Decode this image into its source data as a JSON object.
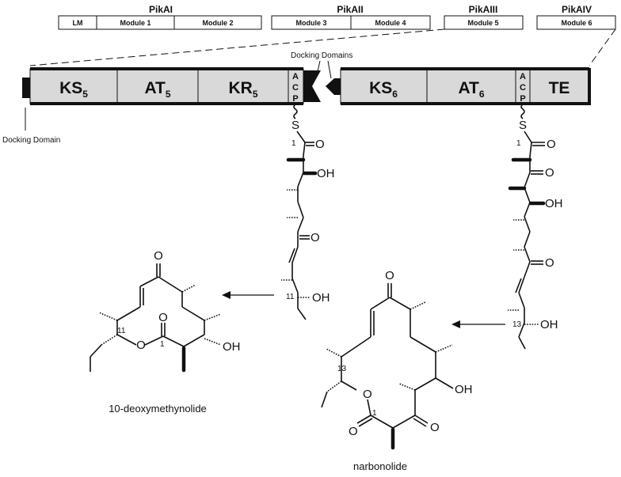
{
  "genes": [
    {
      "name": "PikAI",
      "cells": [
        "LM",
        "Module 1",
        "Module 2"
      ]
    },
    {
      "name": "PikAII",
      "cells": [
        "Module 3",
        "Module 4"
      ]
    },
    {
      "name": "PikAIII",
      "cells": [
        "Module 5"
      ]
    },
    {
      "name": "PikAIV",
      "cells": [
        "Module 6"
      ]
    }
  ],
  "module5": {
    "domains": [
      {
        "label": "KS",
        "sub": "5"
      },
      {
        "label": "AT",
        "sub": "5"
      },
      {
        "label": "KR",
        "sub": "5"
      }
    ],
    "acp": [
      "A",
      "C",
      "P"
    ]
  },
  "module6": {
    "domains": [
      {
        "label": "KS",
        "sub": "6"
      },
      {
        "label": "AT",
        "sub": "6"
      }
    ],
    "acp": [
      "A",
      "C",
      "P"
    ],
    "te": "TE"
  },
  "annotations": {
    "docking_domains": "Docking Domains",
    "docking_domain": "Docking Domain"
  },
  "atoms": {
    "sulfur": "S",
    "oxygen": "O",
    "hydroxyl": "OH"
  },
  "numbers": {
    "c1": "1",
    "c11": "11",
    "c13": "13"
  },
  "products": {
    "left": "10-deoxymethynolide",
    "right": "narbonolide"
  }
}
